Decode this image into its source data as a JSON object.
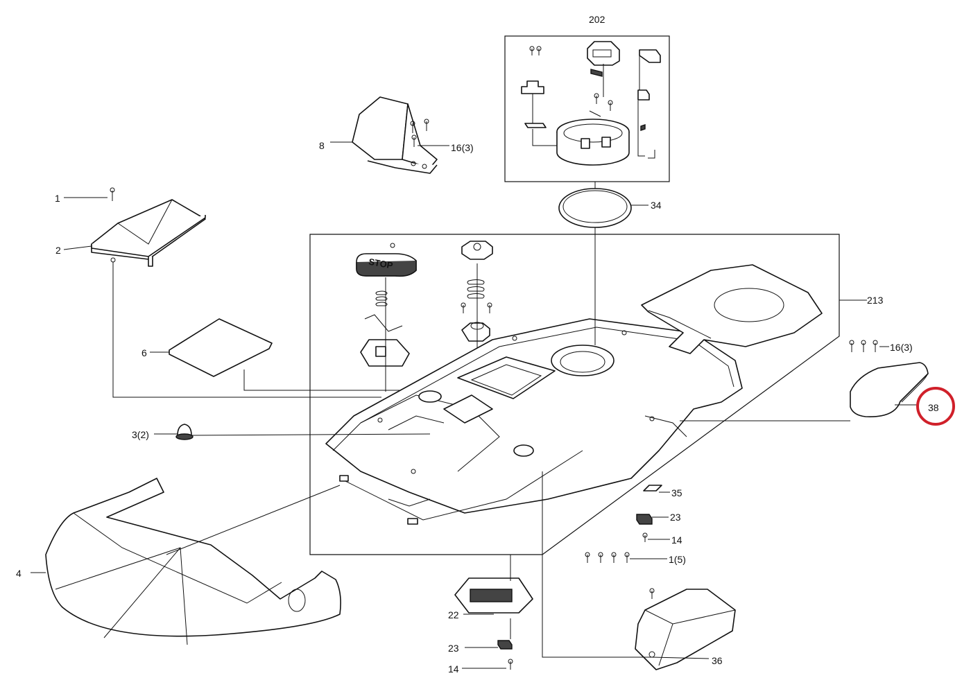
{
  "labels": {
    "l202": "202",
    "l8": "8",
    "l16a": "16(3)",
    "l1": "1",
    "l34": "34",
    "l2": "2",
    "l213": "213",
    "l6": "6",
    "l16b": "16(3)",
    "l38": "38",
    "l3": "3(2)",
    "l35": "35",
    "l23a": "23",
    "l14a": "14",
    "l4": "4",
    "l15": "1(5)",
    "l22": "22",
    "l23b": "23",
    "l14b": "14",
    "l36": "36"
  },
  "stop_button_text": "STOP",
  "highlight_color": "#d0202a",
  "highlighted_part": "38"
}
